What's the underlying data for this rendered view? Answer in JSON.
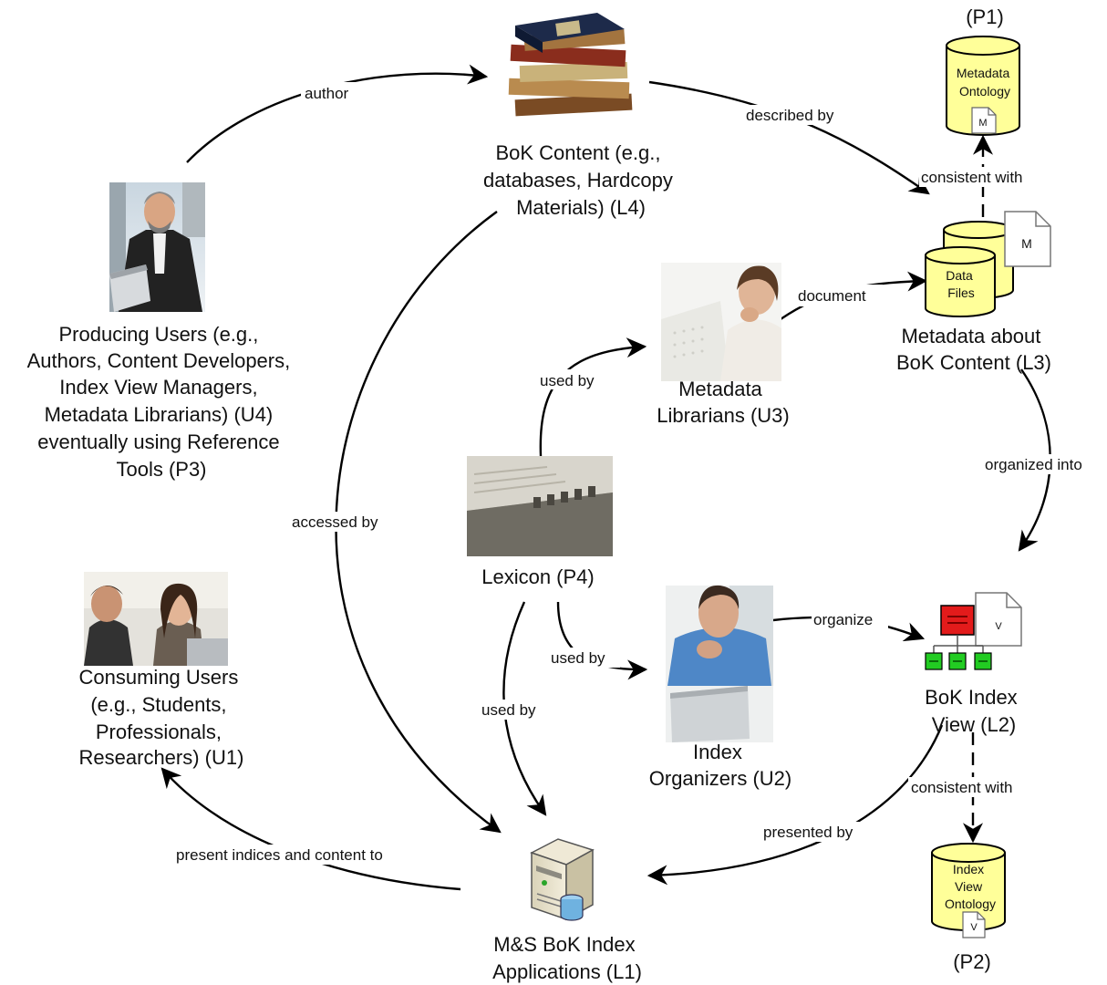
{
  "nodes": {
    "producing_users": [
      "Producing Users (e.g.,",
      "Authors, Content Developers,",
      "Index View Managers,",
      "Metadata Librarians) (U4)",
      "eventually using Reference",
      "Tools (P3)"
    ],
    "bok_content": [
      "BoK Content (e.g.,",
      "databases, Hardcopy",
      "Materials) (L4)"
    ],
    "metadata_ontology": {
      "top_label": "(P1)",
      "text": [
        "Metadata",
        "Ontology"
      ],
      "doc_letter": "M"
    },
    "metadata_about": {
      "text": [
        "Metadata about",
        "BoK Content (L3)"
      ],
      "files": [
        "Data",
        "Files"
      ],
      "doc_letter": "M"
    },
    "metadata_librarians": [
      "Metadata",
      "Librarians (U3)"
    ],
    "lexicon": [
      "Lexicon (P4)"
    ],
    "consuming_users": [
      "Consuming Users",
      "(e.g., Students,",
      "Professionals,",
      "Researchers) (U1)"
    ],
    "index_organizers": [
      "Index",
      "Organizers (U2)"
    ],
    "bok_index_view": {
      "text": [
        "BoK Index",
        "View (L2)"
      ],
      "doc_letter": "V"
    },
    "index_view_ontology": {
      "text": [
        "Index",
        "View",
        "Ontology"
      ],
      "bottom_label": "(P2)",
      "doc_letter": "V"
    },
    "applications": [
      "M&S BoK Index",
      "Applications (L1)"
    ]
  },
  "edges": {
    "author": "author",
    "described_by": "described by",
    "consistent_with_top": "consistent with",
    "document": "document",
    "used_by_librarians": "used by",
    "organized_into": "organized into",
    "accessed_by": "accessed by",
    "used_by_apps": "used by",
    "used_by_organizers": "used by",
    "organize": "organize",
    "consistent_with_bottom": "consistent with",
    "presented_by": "presented by",
    "present_indices": "present indices and content to"
  },
  "colors": {
    "ontology_fill": "#ffff99",
    "root_node": "#e21b1b",
    "child_node": "#22cc22"
  }
}
